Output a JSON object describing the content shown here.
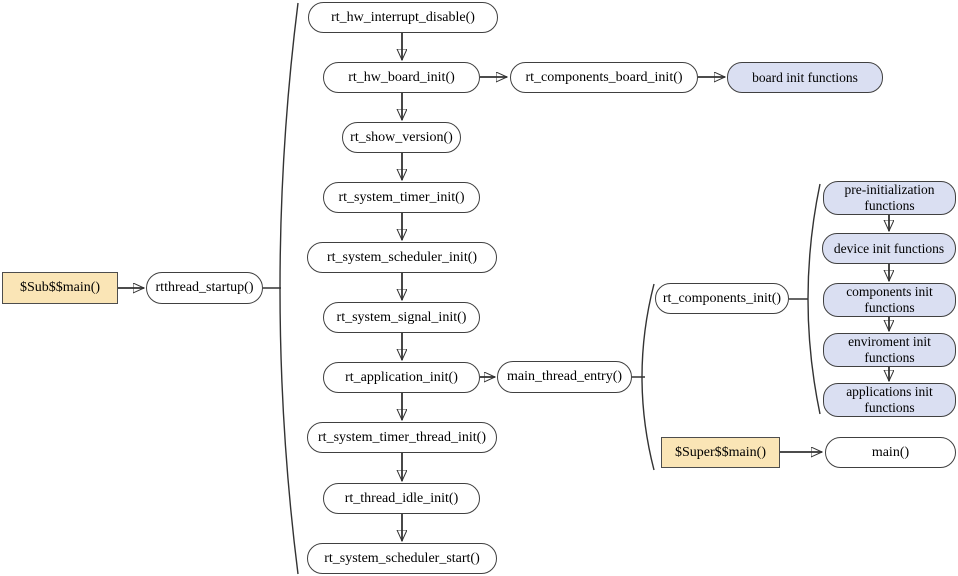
{
  "diagram_type": "flowchart",
  "colors": {
    "bg": "#ffffff",
    "node_fill": "#ffffff",
    "callout_fill": "#dadff2",
    "entry_fill": "#fae5b6",
    "border": "#404040",
    "line": "#333333",
    "text": "#000000"
  },
  "nodes": {
    "sub_main": {
      "label": "$Sub$$main()"
    },
    "rtthread_startup": {
      "label": "rtthread_startup()"
    },
    "rt_hw_interrupt_disable": {
      "label": "rt_hw_interrupt_disable()"
    },
    "rt_hw_board_init": {
      "label": "rt_hw_board_init()"
    },
    "rt_components_board_init": {
      "label": "rt_components_board_init()"
    },
    "board_init_functions": {
      "label": "board init functions"
    },
    "rt_show_version": {
      "label": "rt_show_version()"
    },
    "rt_system_timer_init": {
      "label": "rt_system_timer_init()"
    },
    "rt_system_scheduler_init": {
      "label": "rt_system_scheduler_init()"
    },
    "rt_system_signal_init": {
      "label": "rt_system_signal_init()"
    },
    "rt_application_init": {
      "label": "rt_application_init()"
    },
    "main_thread_entry": {
      "label": "main_thread_entry()"
    },
    "rt_components_init": {
      "label": "rt_components_init()"
    },
    "pre_initialization_functions": {
      "label": "pre-initialization functions"
    },
    "device_init_functions": {
      "label": "device init functions"
    },
    "components_init_functions": {
      "label": "components init functions"
    },
    "enviroment_init_functions": {
      "label": "enviroment init functions"
    },
    "applications_init_functions": {
      "label": "applications init functions"
    },
    "rt_system_timer_thread_init": {
      "label": "rt_system_timer_thread_init()"
    },
    "super_main": {
      "label": "$Super$$main()"
    },
    "main_fn": {
      "label": "main()"
    },
    "rt_thread_idle_init": {
      "label": "rt_thread_idle_init()"
    },
    "rt_system_scheduler_start": {
      "label": "rt_system_scheduler_start()"
    }
  }
}
